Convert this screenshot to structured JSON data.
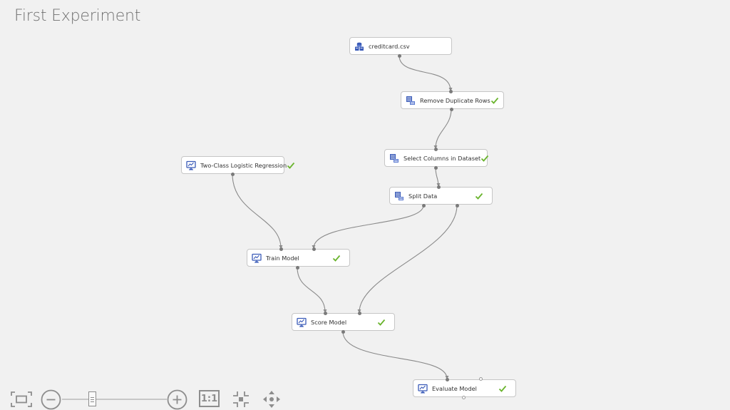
{
  "experiment": {
    "title": "First Experiment"
  },
  "nodes": [
    {
      "id": "dataset",
      "label": "creditcard.csv",
      "icon": "dataset-icon",
      "status": ""
    },
    {
      "id": "dedupe",
      "label": "Remove Duplicate Rows",
      "icon": "data-transform-icon",
      "status": "completed"
    },
    {
      "id": "selectcols",
      "label": "Select Columns in Dataset",
      "icon": "data-transform-icon",
      "status": "completed"
    },
    {
      "id": "split",
      "label": "Split Data",
      "icon": "data-transform-icon",
      "status": "completed"
    },
    {
      "id": "logreg",
      "label": "Two-Class Logistic Regression",
      "icon": "model-icon",
      "status": "completed"
    },
    {
      "id": "train",
      "label": "Train Model",
      "icon": "model-icon",
      "status": "completed"
    },
    {
      "id": "score",
      "label": "Score Model",
      "icon": "model-icon",
      "status": "completed"
    },
    {
      "id": "evaluate",
      "label": "Evaluate Model",
      "icon": "model-icon",
      "status": "completed"
    }
  ],
  "toolbar": {
    "fit_icon": "fit-to-screen-icon",
    "zoom_out_icon": "zoom-out-icon",
    "zoom_in_icon": "zoom-in-icon",
    "actual_size_label": "1:1",
    "center_icon": "center-icon",
    "pan_icon": "pan-icon",
    "zoom_level_fraction": 0.29
  },
  "colors": {
    "icon_blue": "#3a5bb8",
    "check_green": "#6ab42d",
    "wire": "#8a8a8a",
    "toolbar": "#8d8d8d"
  }
}
